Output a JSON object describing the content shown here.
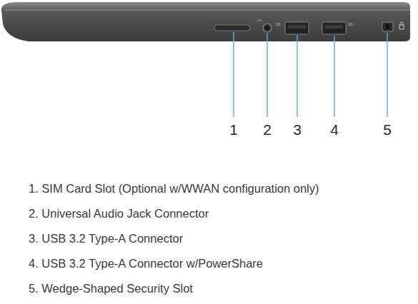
{
  "diagram": {
    "labels": [
      "1",
      "2",
      "3",
      "4",
      "5",
      "1. SIM Card Slot (Optional w/WWAN configuration only)",
      "2. Universal Audio Jack Connector",
      "3. USB 3.2 Type-A Connector",
      "4. USB 3.2 Type-A Connector w/PowerShare",
      "5. Wedge-Shaped Security Slot"
    ]
  }
}
